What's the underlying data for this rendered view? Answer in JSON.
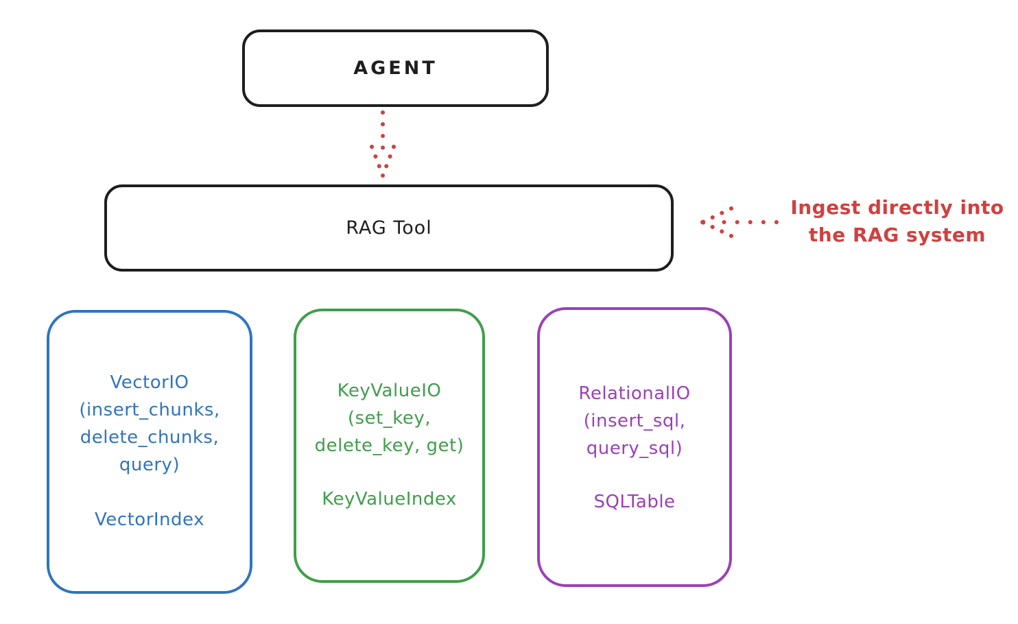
{
  "diagram": {
    "agent_box": {
      "label": "AGENT"
    },
    "rag_tool_box": {
      "label": "RAG Tool"
    },
    "annotation": {
      "line1": "Ingest directly into",
      "line2": "the RAG system"
    },
    "storage_boxes": [
      {
        "name": "vector-io",
        "color": "#2f74c0",
        "lines": [
          "VectorIO",
          "(insert_chunks,",
          "delete_chunks,",
          "query)"
        ],
        "index_label": "VectorIndex"
      },
      {
        "name": "key-value-io",
        "color": "#3f9e4a",
        "lines": [
          "KeyValueIO",
          "(set_key,",
          "delete_key, get)"
        ],
        "index_label": "KeyValueIndex"
      },
      {
        "name": "relational-io",
        "color": "#9c3fb8",
        "lines": [
          "RelationalIO",
          "(insert_sql,",
          "query_sql)"
        ],
        "index_label": "SQLTable"
      }
    ],
    "colors": {
      "stroke_black": "#1e1e1e",
      "accent_red": "#d04040",
      "blue": "#2f74c0",
      "green": "#3f9e4a",
      "violet": "#9c3fb8",
      "background": "#ffffff"
    },
    "icons": {
      "down_arrow": "dotted-down-arrow",
      "left_arrow": "dotted-left-arrow"
    }
  }
}
